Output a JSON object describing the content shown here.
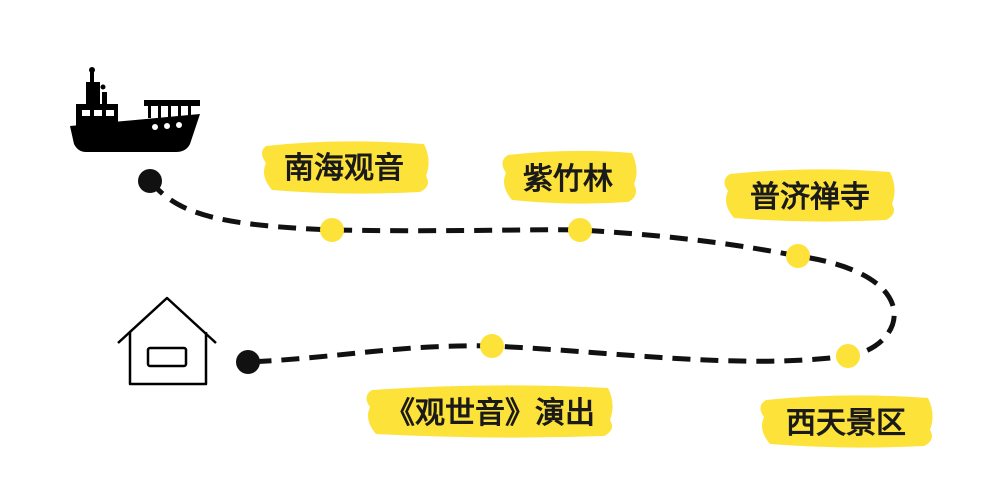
{
  "colors": {
    "accent": "#fde23a",
    "ink": "#000000",
    "path": "#111111"
  },
  "icons": {
    "start": "ship-icon",
    "end": "house-icon"
  },
  "stops": [
    {
      "label": "南海观音"
    },
    {
      "label": "紫竹林"
    },
    {
      "label": "普济禅寺"
    },
    {
      "label": "西天景区"
    },
    {
      "label": "《观世音》演出"
    }
  ]
}
